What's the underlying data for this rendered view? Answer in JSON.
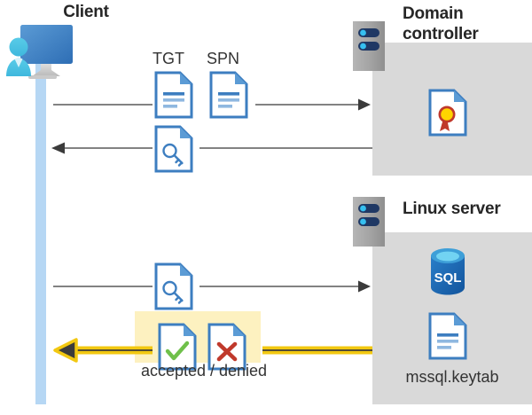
{
  "diagram": {
    "title_client": "Client",
    "title_domain_controller": "Domain controller",
    "title_linux_server": "Linux server",
    "labels": {
      "tgt": "TGT",
      "spn": "SPN",
      "accepted_denied": "accepted / denied",
      "keytab": "mssql.keytab",
      "sql": "SQL"
    },
    "colors": {
      "panel_gray": "#d9d9d9",
      "lifeline_blue": "#b6d7f4",
      "highlight_yellow": "#fdf1c0",
      "arrow_gray": "#595959",
      "arrow_yellow": "#f2c811",
      "doc_blue": "#3d7ec0",
      "sql_blue": "#1a69b4",
      "accept_green": "#6fc04a",
      "deny_red": "#c0392b",
      "heading_dark": "#262626"
    },
    "icons": {
      "client": "client-workstation-icon",
      "server": "server-rack-icon",
      "certificate": "certificate-document-icon",
      "database": "sql-database-icon",
      "document": "document-lines-icon",
      "ticket": "key-document-icon",
      "accepted": "document-check-icon",
      "denied": "document-cross-icon"
    },
    "flows": [
      {
        "id": "flow-tgt-spn-request",
        "direction": "right",
        "from": "Client",
        "to": "Domain controller"
      },
      {
        "id": "flow-ticket-response",
        "direction": "left",
        "from": "Domain controller",
        "to": "Client"
      },
      {
        "id": "flow-ticket-to-linux",
        "direction": "right",
        "from": "Client",
        "to": "Linux server"
      },
      {
        "id": "flow-auth-result",
        "direction": "left",
        "from": "Linux server",
        "to": "Client"
      }
    ]
  }
}
